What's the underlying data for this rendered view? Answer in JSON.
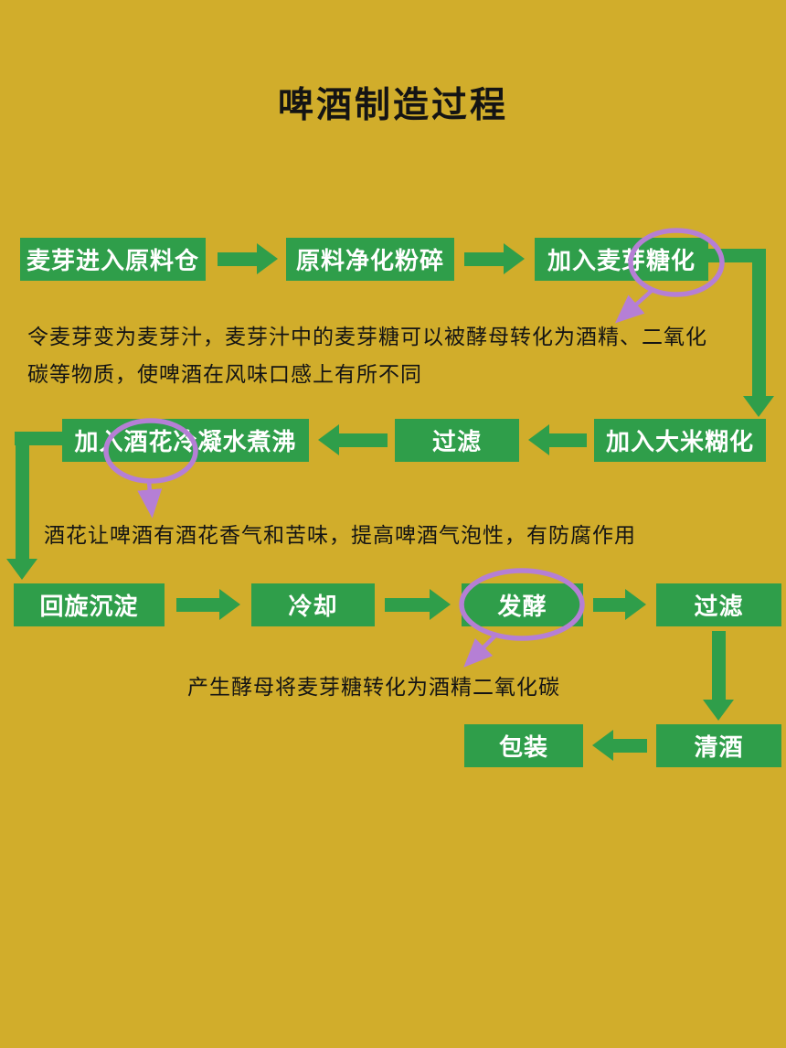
{
  "title": "啤酒制造过程",
  "colors": {
    "background": "#d1ad2b",
    "node_green": "#2f9e4a",
    "node_text": "#ffffff",
    "body_text": "#141414",
    "annotation_purple": "#b57fd5"
  },
  "nodes": {
    "malt_in": "麦芽进入原料仓",
    "purify": "原料净化粉碎",
    "saccharify": "加入麦芽糖化",
    "rice": "加入大米糊化",
    "filter1": "过滤",
    "hops_boil": "加入酒花冷凝水煮沸",
    "whirlpool": "回旋沉淀",
    "cool": "冷却",
    "ferment": "发酵",
    "filter2": "过滤",
    "clear_beer": "清酒",
    "package": "包装"
  },
  "notes": {
    "saccharify_line1": "令麦芽变为麦芽汁，麦芽汁中的麦芽糖可以被酵母转化为酒精、二氧化",
    "saccharify_line2": "碳等物质，使啤酒在风味口感上有所不同",
    "hops": "酒花让啤酒有酒花香气和苦味，提高啤酒气泡性，有防腐作用",
    "ferment": "产生酵母将麦芽糖转化为酒精二氧化碳"
  }
}
